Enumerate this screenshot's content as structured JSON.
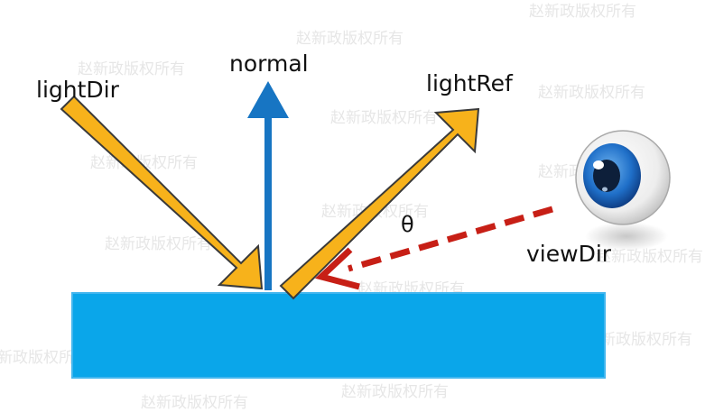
{
  "labels": {
    "light_dir": "lightDir",
    "normal": "normal",
    "light_ref": "lightRef",
    "view_dir": "viewDir",
    "theta": "θ"
  },
  "watermark": "赵新政版权所有",
  "colors": {
    "surface": "#0aa6ea",
    "surface_border": "#43b6ee",
    "normal_arrow": "#1775c3",
    "light_arrow_fill": "#f7b21b",
    "light_arrow_stroke": "#3a3a3a",
    "view_arrow": "#c71f16",
    "eye_iris": "#1f6fc8",
    "eye_pupil": "#0d1f3a"
  },
  "icons": {
    "viewer": "eye-icon"
  }
}
